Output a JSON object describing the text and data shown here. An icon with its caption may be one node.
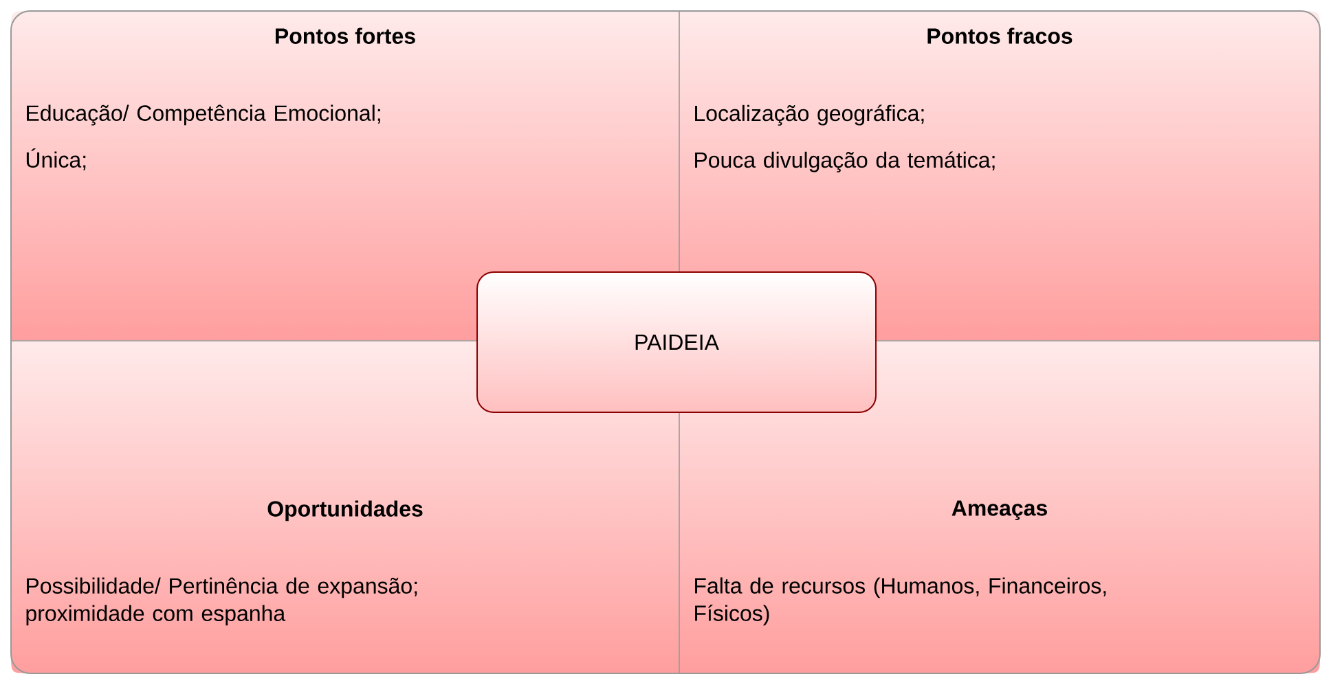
{
  "diagram": {
    "nodes": [
      {
        "text": [
          "Pontos fortes",
          "Educação/ Competência Emocional;",
          "Única;"
        ]
      },
      {
        "text": [
          "Pontos fracos",
          "Localização geográfica;",
          "Pouca divulgação da temática;"
        ]
      },
      {
        "text": [
          "Oportunidades",
          "Possibilidade/ Pertinência de expansão; proximidade com espanha"
        ]
      },
      {
        "text": [
          "Ameaças",
          "Falta de recursos (Humanos, Financeiros, Físicos)"
        ]
      },
      {
        "text": [
          "PAIDEIA"
        ]
      }
    ]
  }
}
